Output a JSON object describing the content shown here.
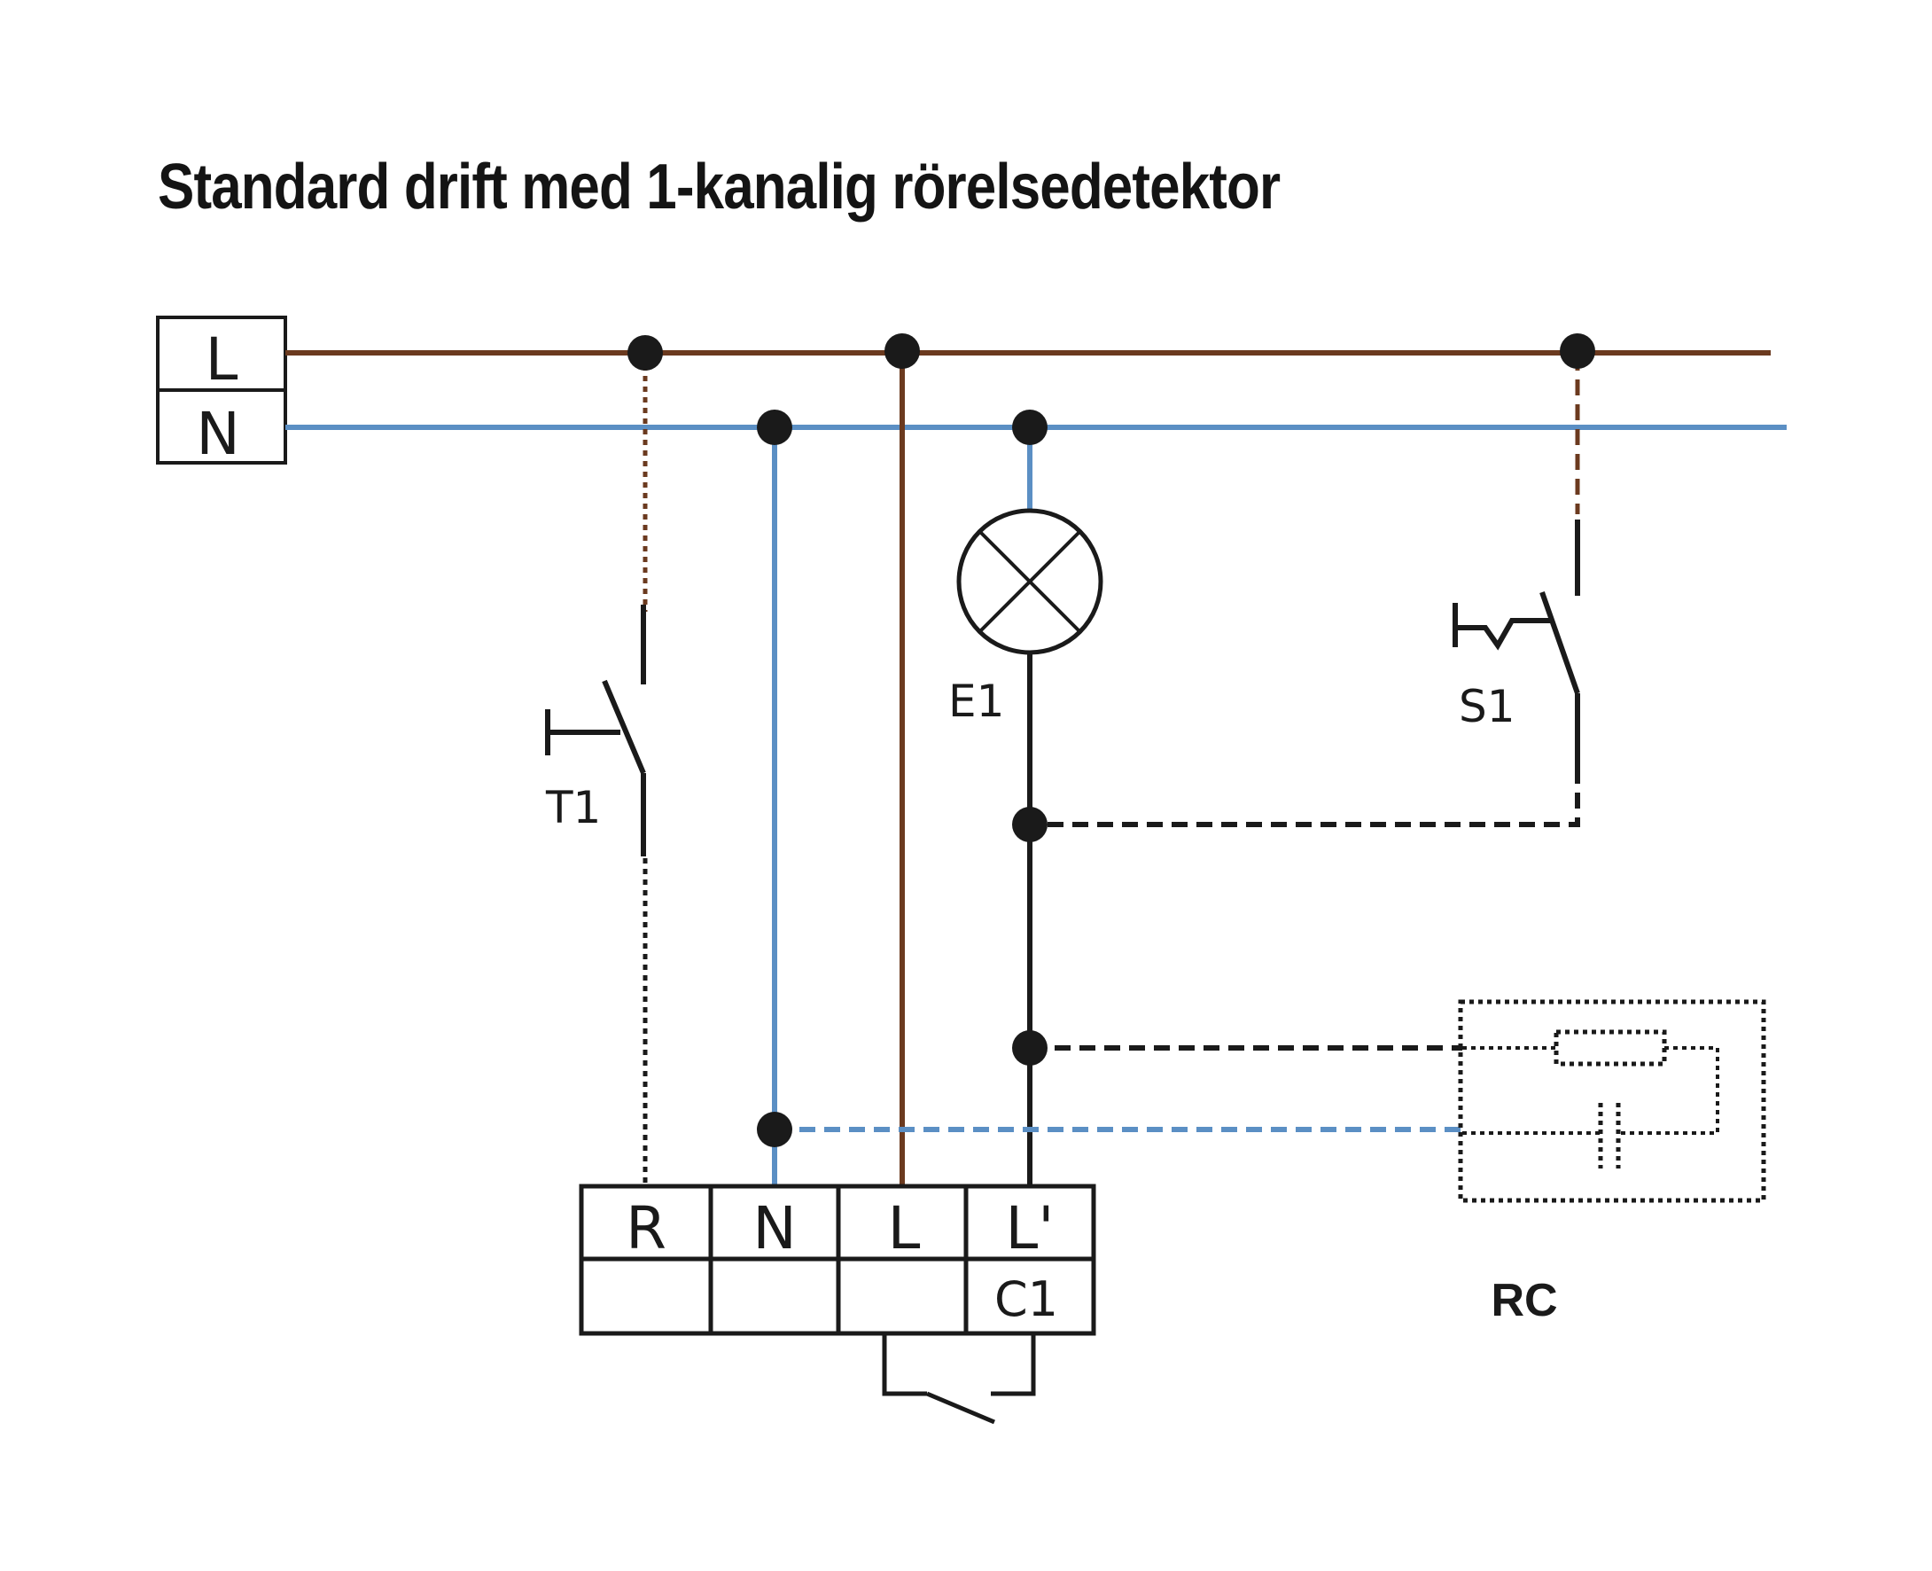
{
  "title": "Standard drift med 1-kanalig rörelsedetektor",
  "supply_block": {
    "top_label": "L",
    "bottom_label": "N"
  },
  "components": {
    "pushbutton": "T1",
    "lamp": "E1",
    "sensor": "S1",
    "rc_module": "RC"
  },
  "terminal_block": {
    "top_labels": [
      "R",
      "N",
      "L",
      "L'"
    ],
    "bottom_labels": [
      "",
      "",
      "",
      "C1"
    ]
  },
  "colors": {
    "phase_wire": "#6b3a1f",
    "neutral_wire": "#5b8fc4",
    "load_wire": "#1a1a1a"
  },
  "icons": {
    "lamp": "lamp-cross-circle-icon",
    "pushbutton": "pushbutton-switch-icon",
    "sensor": "motion-sensor-switch-icon",
    "relay": "relay-contact-icon",
    "rc": "rc-snubber-icon"
  }
}
